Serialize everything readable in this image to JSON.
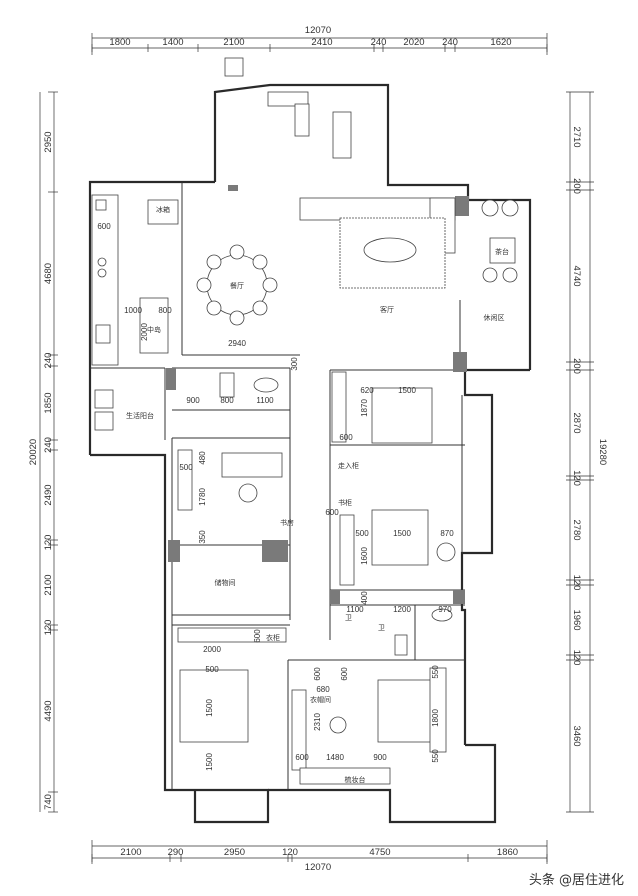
{
  "dims": {
    "top_total": "12070",
    "top_segments": [
      "1800",
      "1400",
      "2100",
      "2410",
      "240",
      "2020",
      "240",
      "1620"
    ],
    "bottom_total": "12070",
    "bottom_segments": [
      "2100",
      "290",
      "2950",
      "120",
      "4750",
      "1860"
    ],
    "left_total": "20020",
    "left_segments": [
      "2950",
      "4680",
      "240",
      "1850",
      "240",
      "2490",
      "120",
      "2100",
      "120",
      "4490",
      "740"
    ],
    "right_total": "19280",
    "right_segments": [
      "2710",
      "200",
      "4740",
      "200",
      "2870",
      "120",
      "2780",
      "120",
      "1960",
      "120",
      "3460"
    ],
    "interior": [
      "600",
      "1000",
      "800",
      "2000",
      "2940",
      "300",
      "900",
      "800",
      "1100",
      "480",
      "500",
      "1780",
      "350",
      "620",
      "1500",
      "1870",
      "600",
      "600",
      "500",
      "1600",
      "1500",
      "870",
      "400",
      "1100",
      "1200",
      "970",
      "2000",
      "600",
      "500",
      "1500",
      "1500",
      "600",
      "680",
      "600",
      "2310",
      "550",
      "1800",
      "550",
      "600",
      "1480",
      "900"
    ]
  },
  "rooms": {
    "dining": "餐厅",
    "living": "客厅",
    "kitchen": "中岛",
    "balcony": "休闲区",
    "laundry": "生活阳台",
    "fridge": "冰箱",
    "tea": "茶台",
    "bedroom_label1": "走入柜",
    "bedroom_label2": "书柜",
    "study": "储物间",
    "closet": "衣帽间",
    "stair": "书房",
    "wardrobe": "衣柜",
    "toilet1": "卫",
    "toilet2": "卫",
    "dresser": "梳妆台"
  },
  "watermark": "头条 @居住进化"
}
